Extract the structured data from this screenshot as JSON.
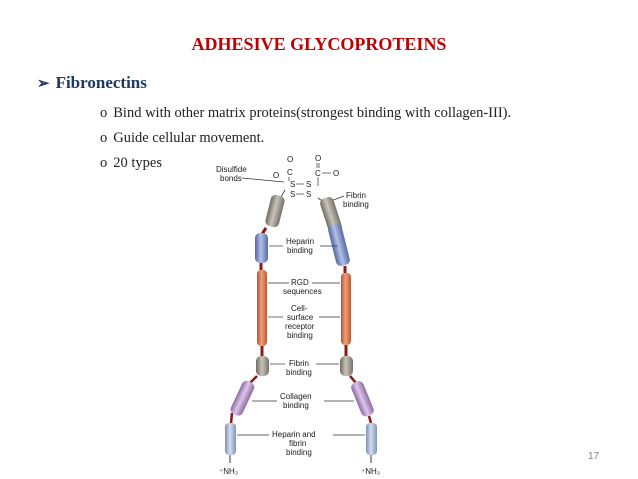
{
  "slide": {
    "title": "ADHESIVE GLYCOPROTEINS",
    "main_bullet": "Fibronectins",
    "sub_bullets": [
      "Bind with other matrix proteins(strongest binding with collagen-III).",
      "Guide cellular movement.",
      "20 types"
    ],
    "page_number": "17"
  },
  "diagram": {
    "labels": {
      "disulfide_1": "Disulfide",
      "disulfide_2": "bonds",
      "fibrin_top_1": "Fibrin",
      "fibrin_top_2": "binding",
      "heparin_1": "Heparin",
      "heparin_2": "binding",
      "rgd_1": "RGD",
      "rgd_2": "sequences",
      "cell_1": "Cell-",
      "cell_2": "surface",
      "cell_3": "receptor",
      "cell_4": "binding",
      "fibrin_mid_1": "Fibrin",
      "fibrin_mid_2": "binding",
      "collagen_1": "Collagen",
      "collagen_2": "binding",
      "hepfib_1": "Heparin and",
      "hepfib_2": "fibrin",
      "hepfib_3": "binding",
      "nh3_left": "⁺NH₃",
      "nh3_right": "⁺NH₃",
      "ss_1": "S",
      "ss_2": "S",
      "ss_3": "S",
      "ss_4": "S",
      "c_left": "C",
      "c_right": "C",
      "o_left_top": "O",
      "o_left_side": "O",
      "o_right_top": "O",
      "o_right_side": "O"
    },
    "colors": {
      "gray": "#8f8a80",
      "blue": "#7d8fc2",
      "orange": "#d9774f",
      "purple": "#b693c7",
      "lightblue": "#a9b9d6",
      "linker": "#8b1a1a"
    }
  }
}
